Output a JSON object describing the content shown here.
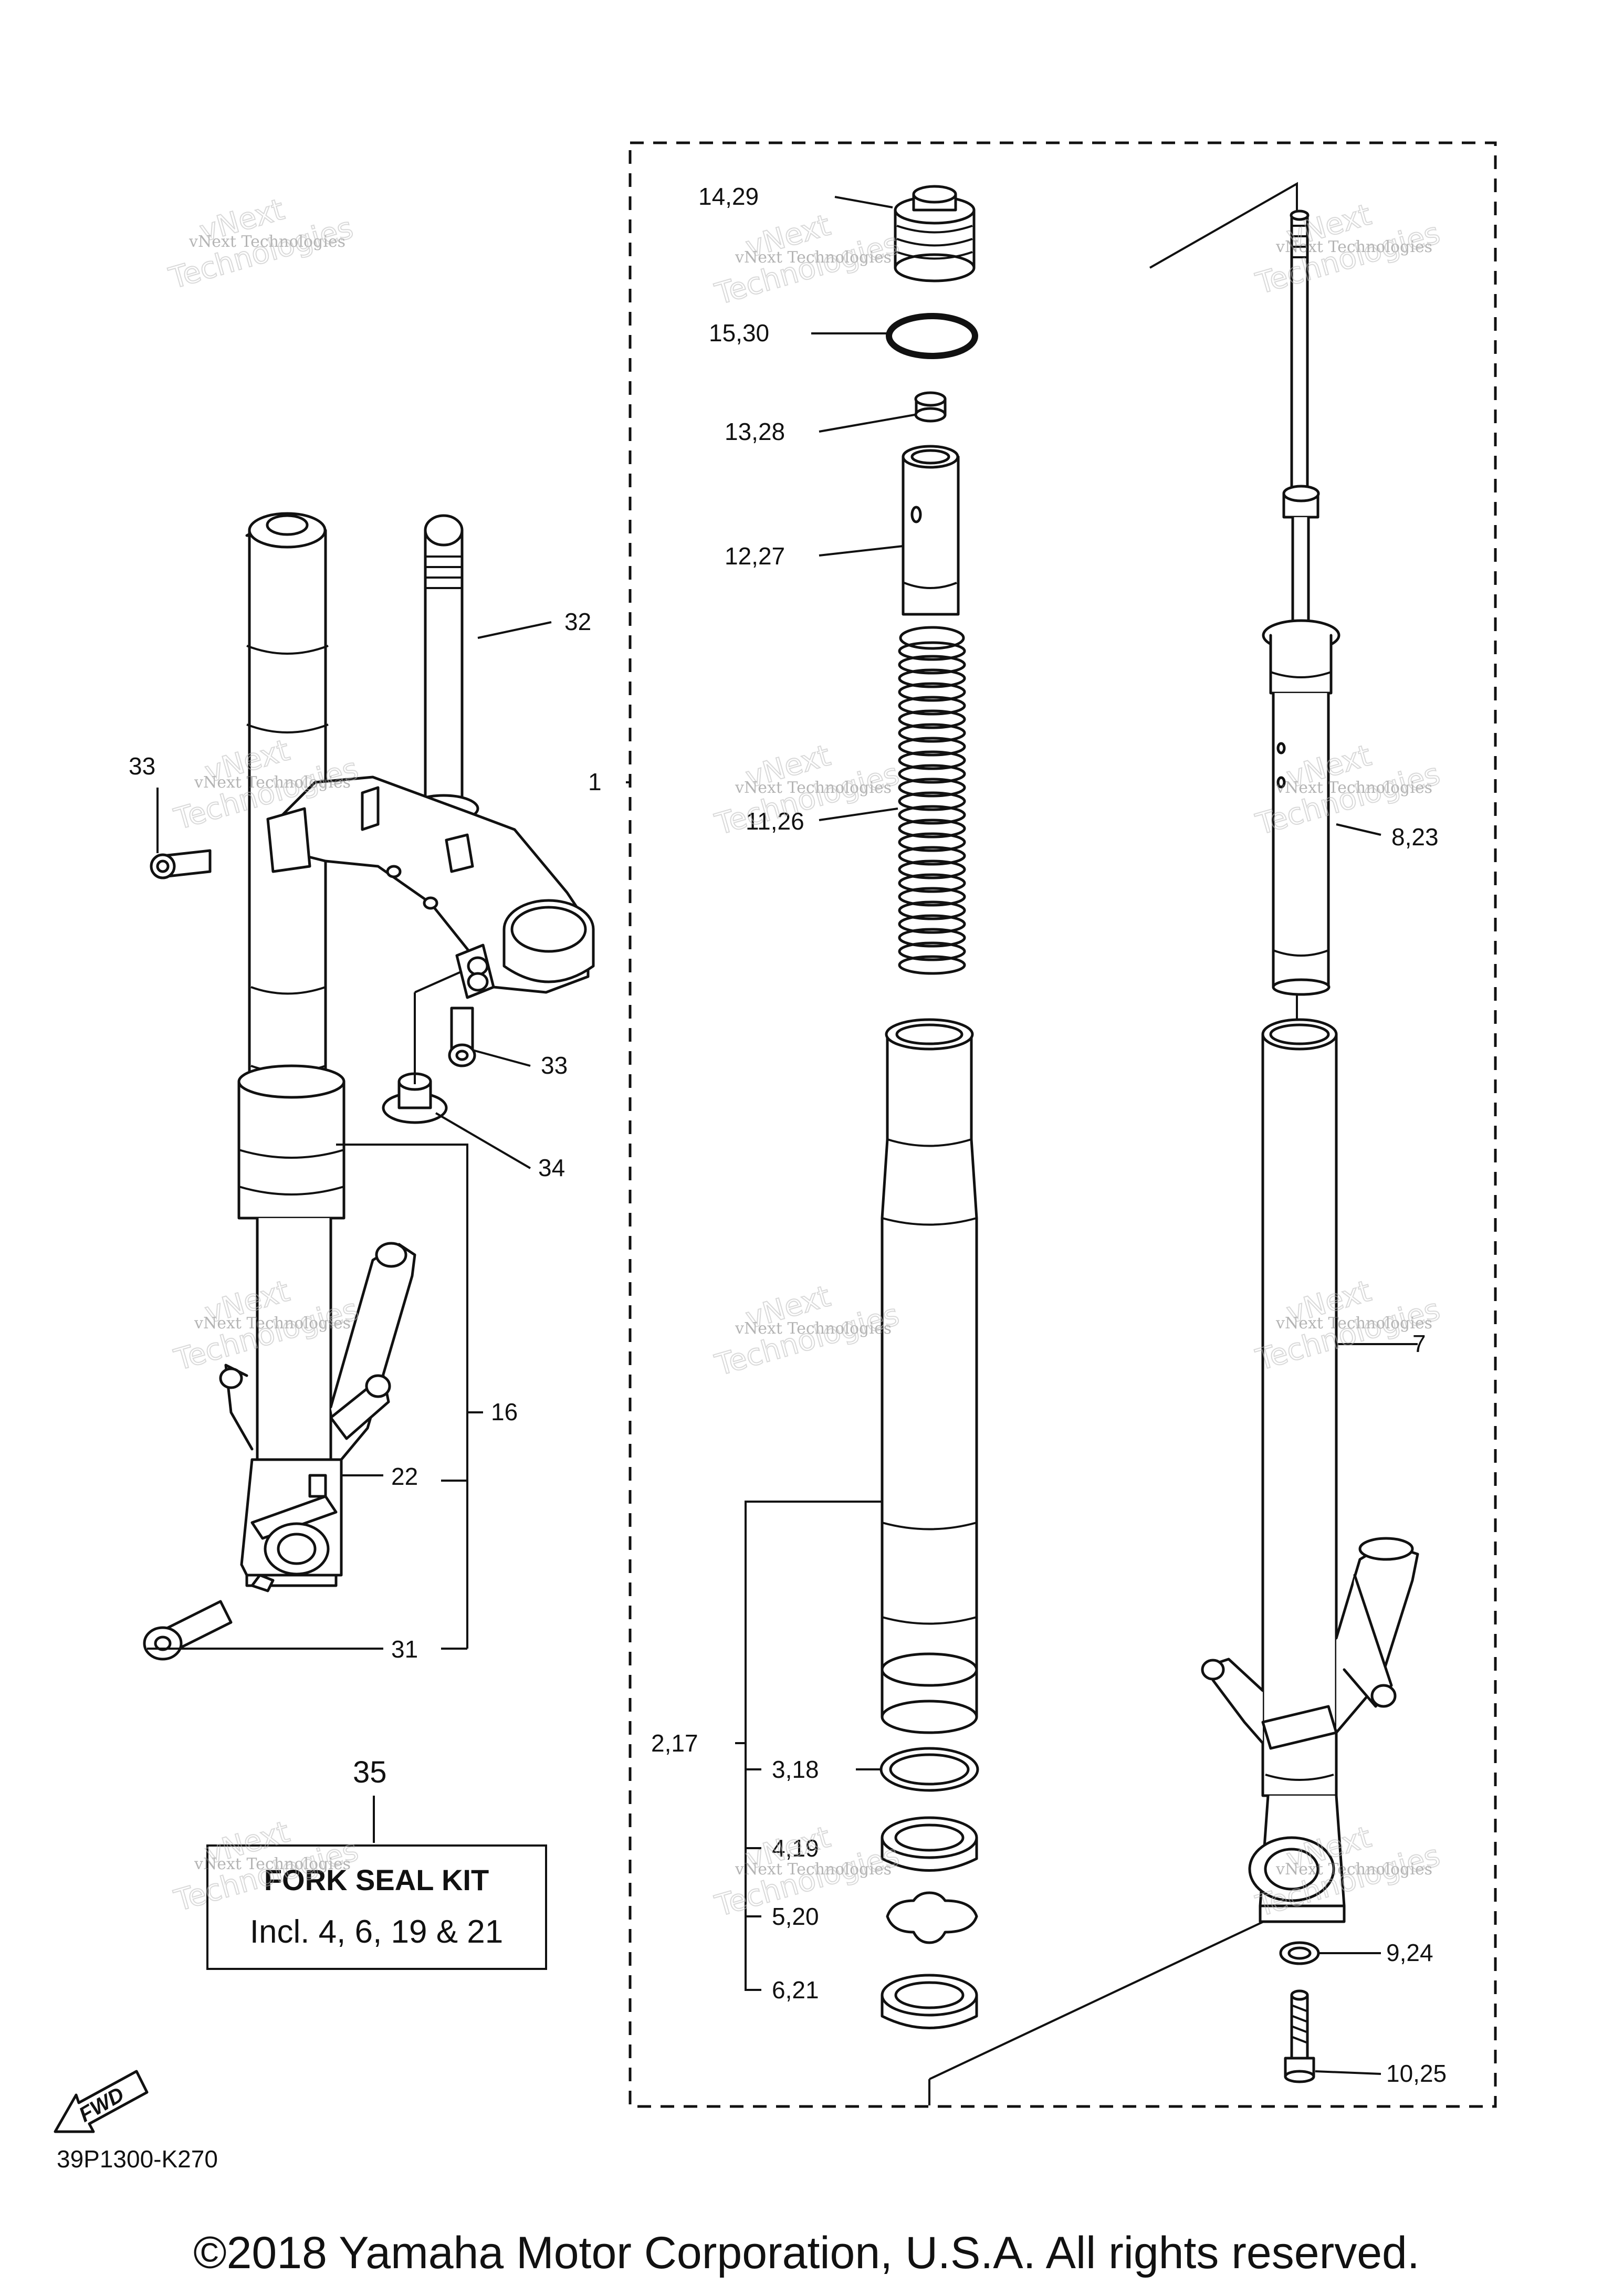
{
  "callouts": {
    "c1": "1",
    "c2_17": "2,17",
    "c3_18": "3,18",
    "c4_19": "4,19",
    "c5_20": "5,20",
    "c6_21": "6,21",
    "c7": "7",
    "c8_23": "8,23",
    "c9_24": "9,24",
    "c10_25": "10,25",
    "c11_26": "11,26",
    "c12_27": "12,27",
    "c13_28": "13,28",
    "c14_29": "14,29",
    "c15_30": "15,30",
    "c16": "16",
    "c22": "22",
    "c31": "31",
    "c32": "32",
    "c33_a": "33",
    "c33_b": "33",
    "c34": "34",
    "c35": "35"
  },
  "kit_box": {
    "title": "FORK SEAL KIT",
    "description": "Incl. 4, 6, 19 & 21"
  },
  "fwd_arrow": {
    "label": "FWD"
  },
  "diagram_code": "39P1300-K270",
  "copyright": "©2018 Yamaha Motor Corporation, U.S.A. All rights reserved.",
  "watermark": {
    "line1": "vNext Technologies",
    "line2": "vNext",
    "line3": "Technologies"
  }
}
